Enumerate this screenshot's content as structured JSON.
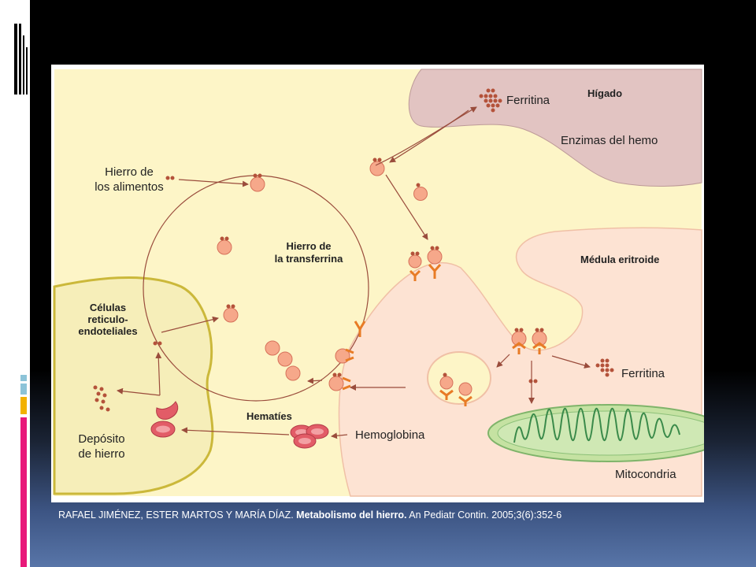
{
  "diagram": {
    "labels": {
      "higado": "Hígado",
      "ferritina_top": "Ferritina",
      "enzimas": "Enzimas del hemo",
      "hierro_alimentos_1": "Hierro de",
      "hierro_alimentos_2": "los alimentos",
      "transferrina_1": "Hierro de",
      "transferrina_2": "la transferrina",
      "medula": "Médula eritroide",
      "celulas_1": "Células",
      "celulas_2": "reticulo-",
      "celulas_3": "endoteliales",
      "ferritina_right": "Ferritina",
      "hematies": "Hematíes",
      "hemoglobina": "Hemoglobina",
      "deposito_1": "Depósito",
      "deposito_2": "de hierro",
      "mitocondria": "Mitocondria"
    },
    "colors": {
      "background": "#fdf5c7",
      "liver": "#e2c4c2",
      "marrow": "#fde3d3",
      "reticulo": "#f6eeb9",
      "reticulo_border": "#cbb83a",
      "transferrin": "#f6a88a",
      "iron": "#b4523a",
      "receptor": "#e87b25",
      "arrow": "#9a4c3c",
      "erythrocyte": "#e25c67",
      "mitochondria": "#c5e2a2",
      "mitochondria_crista": "#3a8a4a"
    }
  },
  "caption": {
    "authors": "RAFAEL JIMÉNEZ, ESTER MARTOS Y MARÍA DÍAZ.",
    "title": "Metabolismo del hierro.",
    "source": "An Pediatr Contin. 2005;3(6):352-6"
  },
  "decoration": {
    "squares": [
      "#8cc3d8",
      "#8cc3d8",
      "#f2b100",
      "#e8197a"
    ]
  }
}
